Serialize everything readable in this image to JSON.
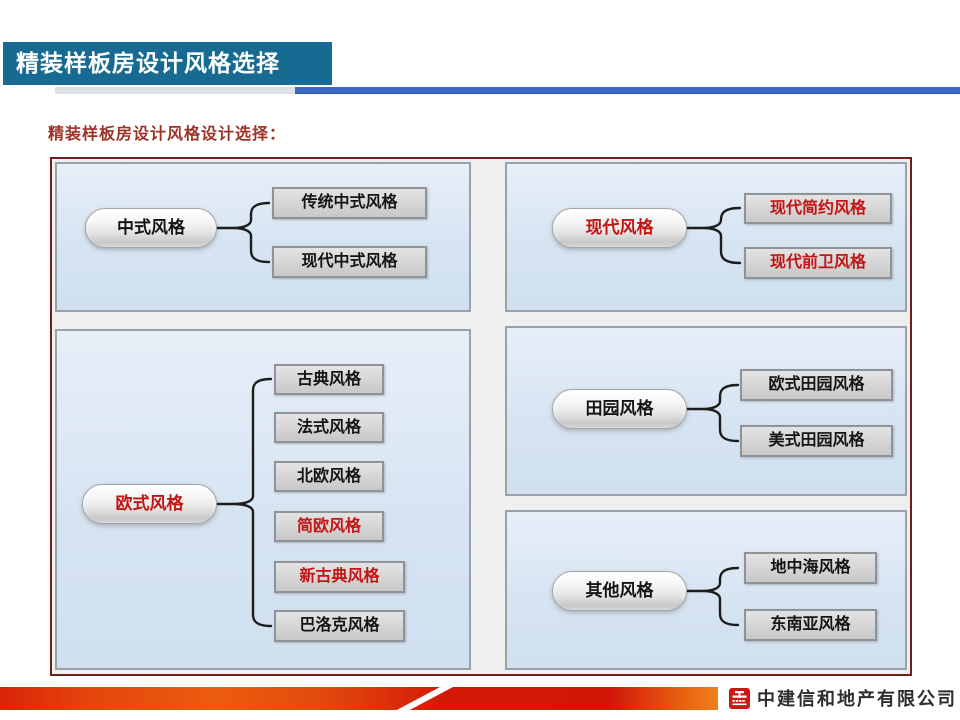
{
  "slide": {
    "title": "精装样板房设计风格选择",
    "subtitle": "精装样板房设计风格设计选择："
  },
  "diagram": {
    "panels": [
      {
        "name": "chinese-style",
        "parent": {
          "label": "中式风格",
          "color": "black"
        },
        "children": [
          {
            "label": "传统中式风格",
            "color": "black"
          },
          {
            "label": "现代中式风格",
            "color": "black"
          }
        ]
      },
      {
        "name": "modern-style",
        "parent": {
          "label": "现代风格",
          "color": "red"
        },
        "children": [
          {
            "label": "现代简约风格",
            "color": "red"
          },
          {
            "label": "现代前卫风格",
            "color": "red"
          }
        ]
      },
      {
        "name": "european-style",
        "parent": {
          "label": "欧式风格",
          "color": "red"
        },
        "children": [
          {
            "label": "古典风格",
            "color": "black"
          },
          {
            "label": "法式风格",
            "color": "black"
          },
          {
            "label": "北欧风格",
            "color": "black"
          },
          {
            "label": "简欧风格",
            "color": "red"
          },
          {
            "label": "新古典风格",
            "color": "red"
          },
          {
            "label": "巴洛克风格",
            "color": "black"
          }
        ]
      },
      {
        "name": "pastoral-style",
        "parent": {
          "label": "田园风格",
          "color": "black"
        },
        "children": [
          {
            "label": "欧式田园风格",
            "color": "black"
          },
          {
            "label": "美式田园风格",
            "color": "black"
          }
        ]
      },
      {
        "name": "other-style",
        "parent": {
          "label": "其他风格",
          "color": "black"
        },
        "children": [
          {
            "label": "地中海风格",
            "color": "black"
          },
          {
            "label": "东南亚风格",
            "color": "black"
          }
        ]
      }
    ]
  },
  "footer": {
    "company_name": "中建信和地产有限公司",
    "logo": "cscec-logo"
  },
  "colors": {
    "title_bar": "#176b92",
    "accent_bar": "#3b6ac5",
    "subtitle_text": "#9b3226",
    "highlight_red": "#c31414",
    "text_black": "#141414",
    "panel_bg": "#d6e4f2",
    "panel_border": "#99a1aa",
    "outer_border": "#6e1f1c",
    "footer_red": "#d41808"
  }
}
